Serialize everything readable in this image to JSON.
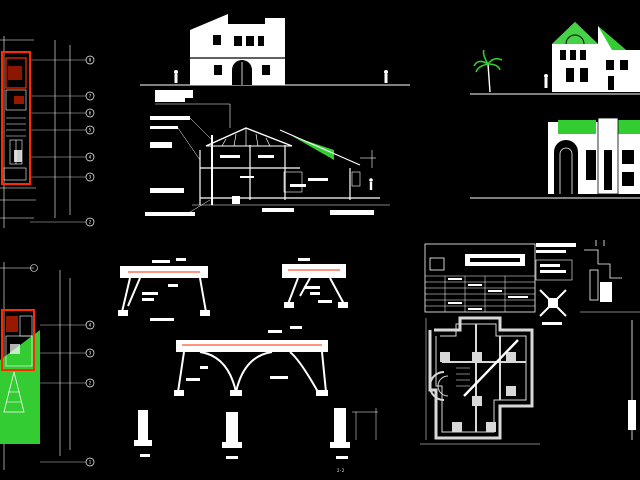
{
  "canvas": {
    "background": "#000000",
    "line_color": "#ffffff",
    "red": "#ff2a00",
    "green": "#33cc33",
    "wall": "#d8d8d8"
  },
  "grid_markers": {
    "plan_upper": [
      "8",
      "7",
      "6",
      "5",
      "4",
      "3",
      "2"
    ],
    "plan_lower": [
      "4",
      "3",
      "2",
      "1"
    ]
  },
  "scale_bar": {
    "label": "2-2"
  }
}
